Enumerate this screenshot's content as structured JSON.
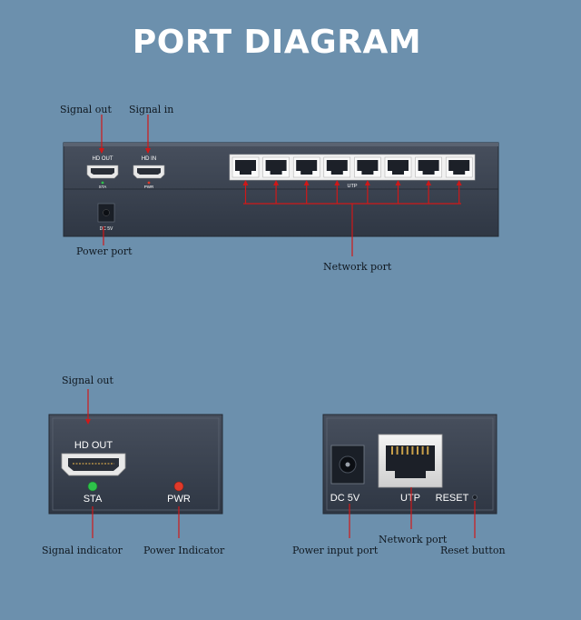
{
  "title": "PORT DIAGRAM",
  "top_device": {
    "callouts": {
      "signal_out": "Signal out",
      "signal_in": "Signal in",
      "power_port": "Power port",
      "network_port": "Network port"
    },
    "panel_labels": {
      "hd_out": "HD OUT",
      "hd_in": "HD IN",
      "sta": "STA",
      "pwr": "PWR",
      "utp": "UTP",
      "dc5v": "DC 5V"
    },
    "rj45_port_count": 8
  },
  "transmitter": {
    "callouts": {
      "signal_out": "Signal out",
      "signal_indicator": "Signal indicator",
      "power_indicator": "Power Indicator"
    },
    "panel_labels": {
      "hd_out": "HD OUT",
      "sta": "STA",
      "pwr": "PWR"
    }
  },
  "receiver": {
    "callouts": {
      "network_port": "Network port",
      "power_input_port": "Power input port",
      "reset_button": "Reset button"
    },
    "panel_labels": {
      "dc5v": "DC 5V",
      "utp": "UTP",
      "reset": "RESET"
    }
  },
  "colors": {
    "background": "#6c90ad",
    "device_body": "#3b4452",
    "callout_line": "#d01818",
    "sta_led": "#2ec24a",
    "pwr_led": "#e03a2a"
  }
}
